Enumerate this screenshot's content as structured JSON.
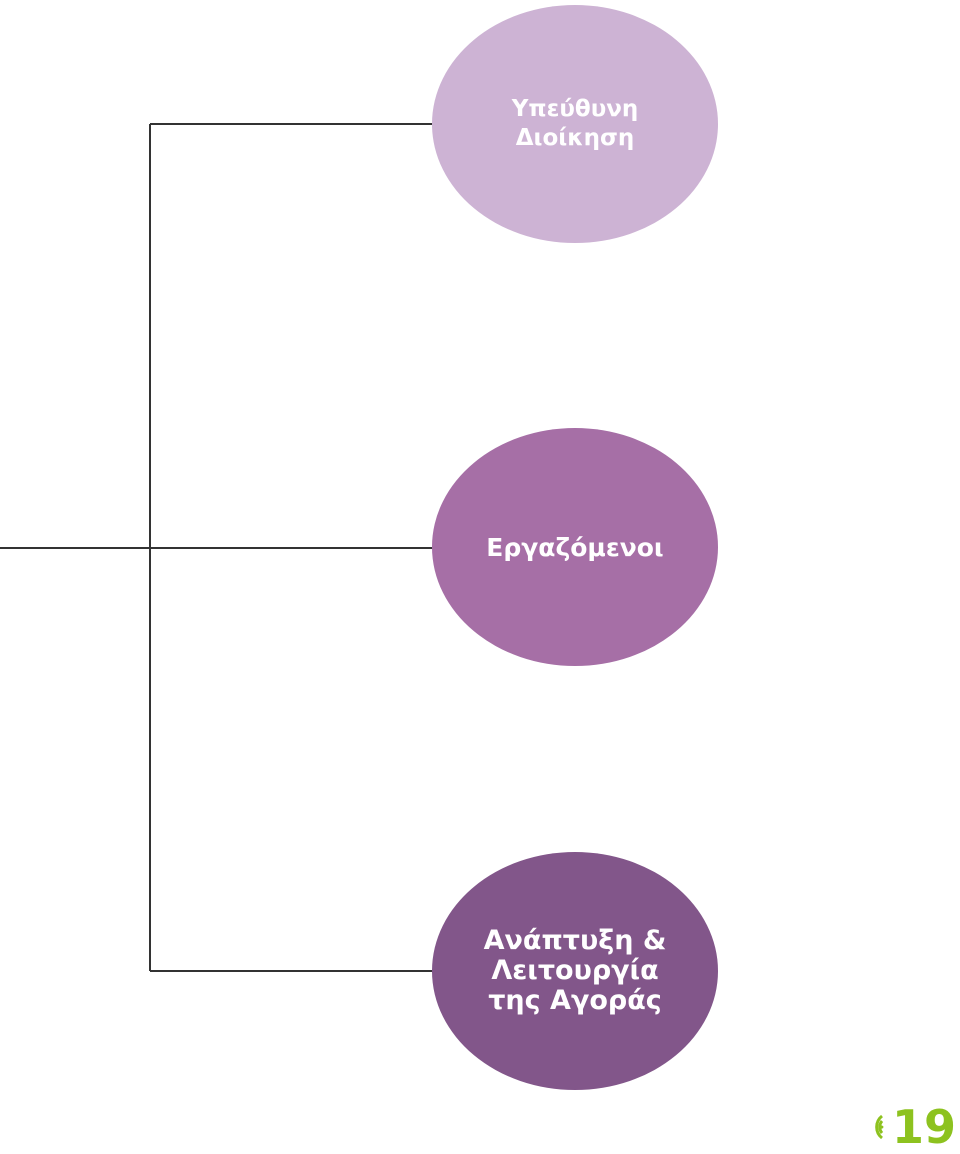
{
  "nodes": [
    {
      "lines": [
        "Υπεύθυνη",
        "Διοίκηση"
      ],
      "color": "#cdb3d4"
    },
    {
      "lines": [
        "Εργαζόμενοι"
      ],
      "color": "#a66fa6"
    },
    {
      "lines": [
        "Ανάπτυξη &",
        "Λειτουργία",
        "της Αγοράς"
      ],
      "color": "#82568a"
    }
  ],
  "connector_color": "#333333",
  "footer": {
    "page_number": "19",
    "accent_color": "#8dc21f",
    "icon": "signal-arcs-icon"
  }
}
